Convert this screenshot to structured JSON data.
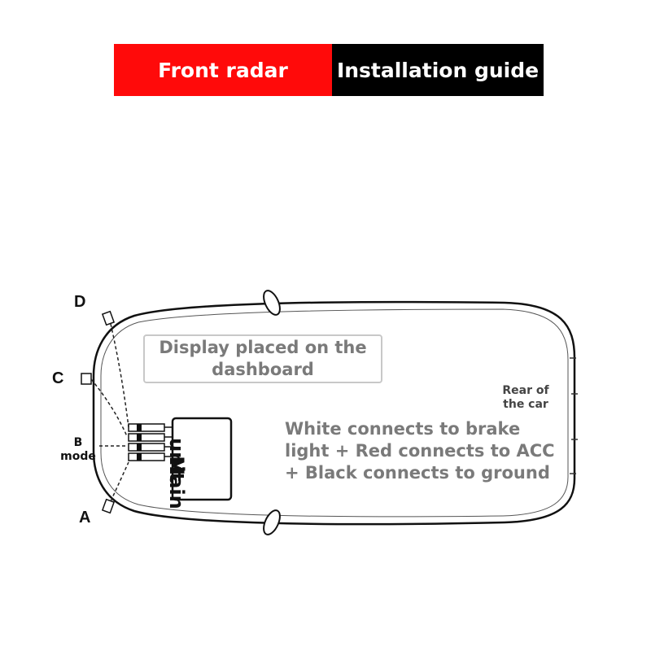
{
  "banner": {
    "left_label": "Front radar",
    "right_label": "Installation guide",
    "left_color": "#ff0a0a",
    "right_color": "#000000"
  },
  "sensors": {
    "a": "A",
    "b": "B",
    "c": "C",
    "d": "D"
  },
  "b_mode": "B\nmode",
  "display_note": "Display placed on the dashboard",
  "main_unit": {
    "line1": "Main",
    "line2": "unit"
  },
  "wiring_note": "White connects to brake light + Red connects to ACC + Black connects to ground",
  "rear_label": "Rear of the car"
}
